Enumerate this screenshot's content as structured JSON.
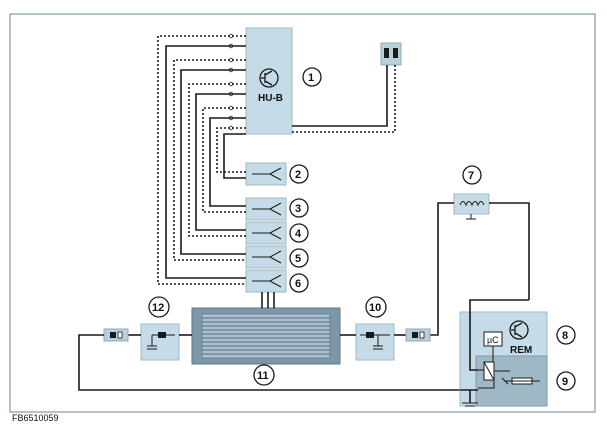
{
  "diagram": {
    "reference_code": "FB6510059",
    "modules": {
      "head_unit": "HU-B",
      "remote_module": "REM"
    },
    "callouts": [
      "1",
      "2",
      "3",
      "4",
      "5",
      "6",
      "7",
      "8",
      "9",
      "10",
      "11",
      "12"
    ],
    "symbols": {
      "micro_label": "µC"
    }
  }
}
